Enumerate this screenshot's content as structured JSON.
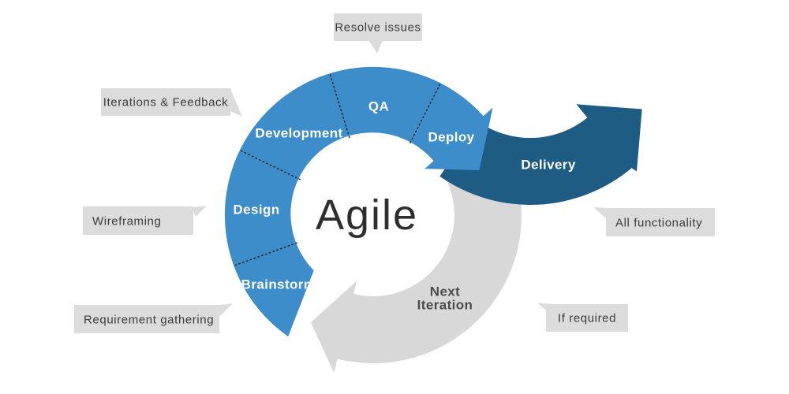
{
  "diagram": {
    "title": "Agile",
    "segments": [
      {
        "label": "Brainstorm"
      },
      {
        "label": "Design"
      },
      {
        "label": "Development"
      },
      {
        "label": "QA"
      },
      {
        "label": "Deploy"
      }
    ],
    "delivery": {
      "label": "Delivery"
    },
    "next_iteration": {
      "line1": "Next",
      "line2": "Iteration"
    },
    "callouts": {
      "resolve_issues": {
        "label": "Resolve issues"
      },
      "iterations_feedback": {
        "label": "Iterations & Feedback"
      },
      "wireframing": {
        "label": "Wireframing"
      },
      "requirement_gathering": {
        "label": "Requirement gathering"
      },
      "all_functionality": {
        "label": "All functionality"
      },
      "if_required": {
        "label": "If required"
      }
    },
    "colors": {
      "cycle_blue": "#3e8dcb",
      "delivery_dark_blue": "#1e5c84",
      "iteration_gray": "#d8d8d8",
      "callout_gray": "#dcdcdc",
      "callout_text": "#3a3a3a",
      "segment_text": "#ffffff",
      "iteration_text": "#4b4b4b",
      "title_text": "#2e2e2e",
      "divider": "#1a1a1a"
    }
  }
}
